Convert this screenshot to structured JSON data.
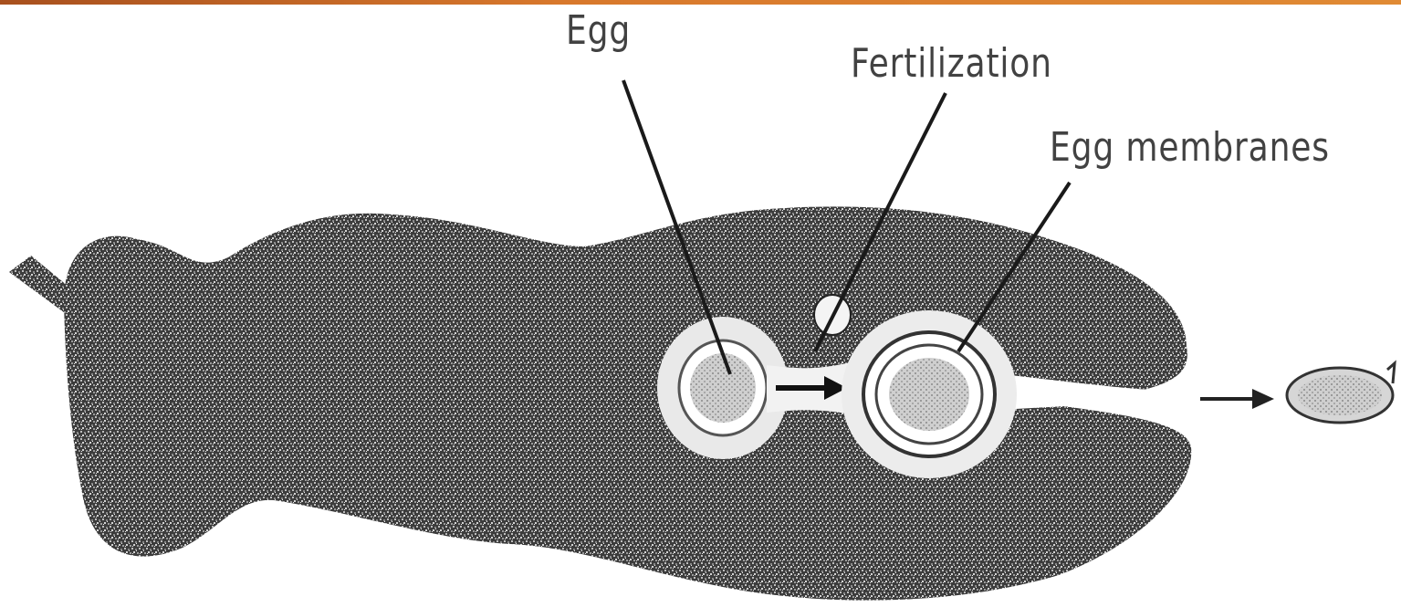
{
  "labels": {
    "egg": "Egg",
    "fertilization": "Fertilization",
    "egg_membranes": "Egg membranes"
  },
  "colors": {
    "accent_bar": "#d8782c",
    "tissue": "#3a3a3a",
    "membrane": "#e6e6e6",
    "egg": "#c9c9c9",
    "text": "#2e2e2e"
  }
}
